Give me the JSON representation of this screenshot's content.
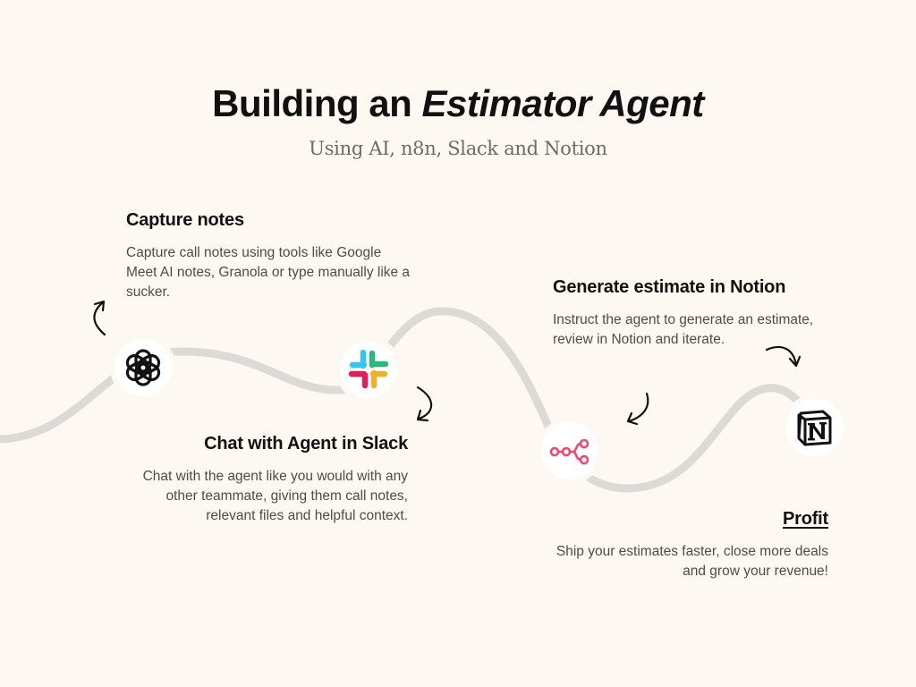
{
  "header": {
    "title_plain": "Building an ",
    "title_emphasis": "Estimator Agent",
    "subtitle": "Using AI, n8n, Slack and Notion"
  },
  "steps": [
    {
      "title": "Capture notes",
      "body": "Capture call notes using tools like Google Meet AI notes, Granola or type manually like a sucker.",
      "icon": "openai-icon"
    },
    {
      "title": "Chat with Agent in Slack",
      "body": "Chat with the agent like you would with any other teammate, giving them call notes, relevant files and helpful context.",
      "icon": "slack-icon"
    },
    {
      "title": "Generate estimate in Notion",
      "body": "Instruct the agent to generate an estimate, review in Notion and iterate.",
      "icon": "n8n-icon"
    },
    {
      "title": "Profit",
      "body": "Ship your estimates faster, close more deals and grow your revenue!",
      "icon": "notion-icon"
    }
  ],
  "colors": {
    "background": "#fdf8f1",
    "path": "#dcdad6",
    "slack_blue": "#36c5f0",
    "slack_green": "#2eb67d",
    "slack_yellow": "#ecb22e",
    "slack_red": "#e01e5a",
    "n8n_pink": "#ea4b71"
  }
}
